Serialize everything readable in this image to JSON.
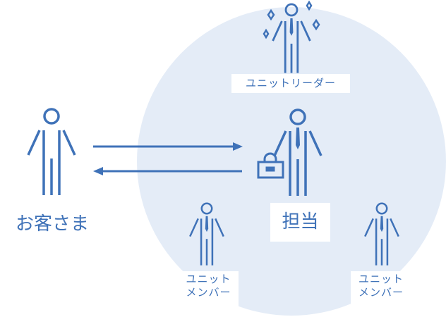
{
  "colors": {
    "circle": "#e4ecf7",
    "stroke": "#3f72b8",
    "label_bg": "#ffffff"
  },
  "customer": {
    "label": "お客さま"
  },
  "leader": {
    "label": "ユニットリーダー"
  },
  "manager": {
    "label": "担当"
  },
  "members": [
    {
      "line1": "ユニット",
      "line2": "メンバー"
    },
    {
      "line1": "ユニット",
      "line2": "メンバー"
    }
  ]
}
